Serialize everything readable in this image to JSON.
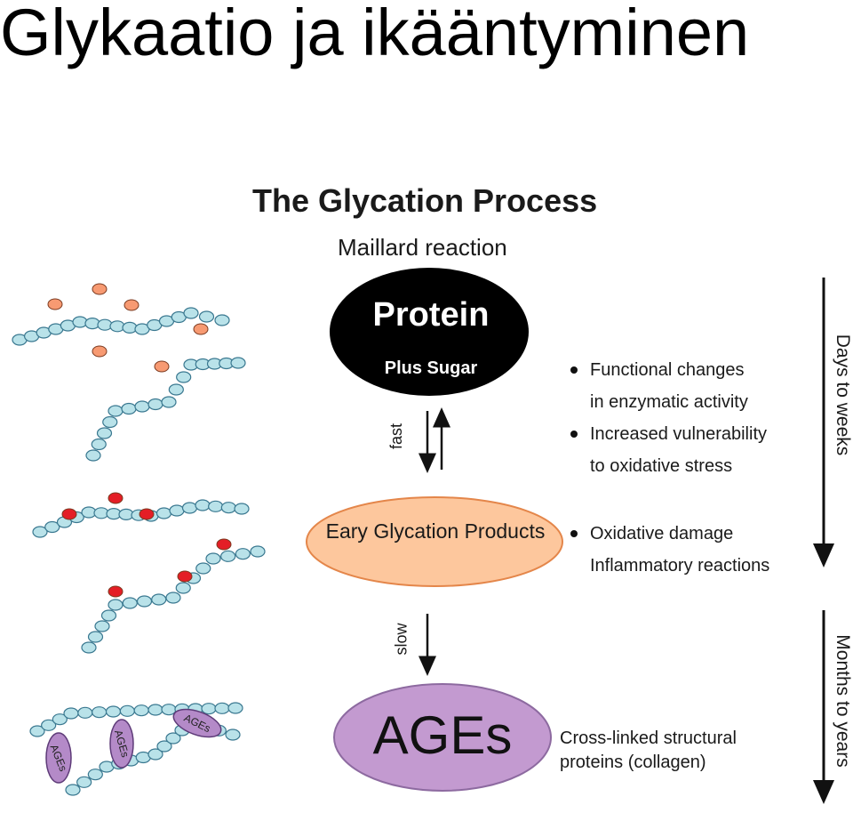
{
  "slide": {
    "title": "Glykaatio ja ikääntyminen"
  },
  "diagram": {
    "title": "The Glycation Process",
    "subtitle": "Maillard reaction",
    "protein": {
      "label": "Protein",
      "sublabel": "Plus Sugar"
    },
    "early": {
      "label": "Eary Glycation Products"
    },
    "ages": {
      "label": "AGEs"
    },
    "arrows": {
      "fast": "fast",
      "slow": "slow"
    },
    "effects_early": [
      {
        "bullet": true,
        "text": "Functional changes"
      },
      {
        "bullet": false,
        "text": "in enzymatic activity"
      },
      {
        "bullet": true,
        "text": "Increased vulnerability"
      },
      {
        "bullet": false,
        "text": "to oxidative stress"
      }
    ],
    "effects_mid": [
      {
        "bullet": true,
        "text": "Oxidative damage"
      },
      {
        "bullet": false,
        "text": "Inflammatory reactions"
      }
    ],
    "effects_ages": {
      "line1": "Cross-linked structural",
      "line2": "proteins (collagen)"
    },
    "timeline": {
      "short": "Days to weeks",
      "long": "Months to years"
    },
    "ages_tags": [
      "AGEs",
      "AGEs",
      "AGEs"
    ],
    "colors": {
      "protein_fill": "#000000",
      "early_fill": "#fdc79d",
      "ages_fill": "#c39ad0",
      "bead_fill": "#b9e2e9",
      "bead_stroke": "#3a7890",
      "sugar_fill": "#f79a72",
      "glycated_fill": "#e41e26",
      "age_tag_fill": "#b48ac8"
    }
  }
}
